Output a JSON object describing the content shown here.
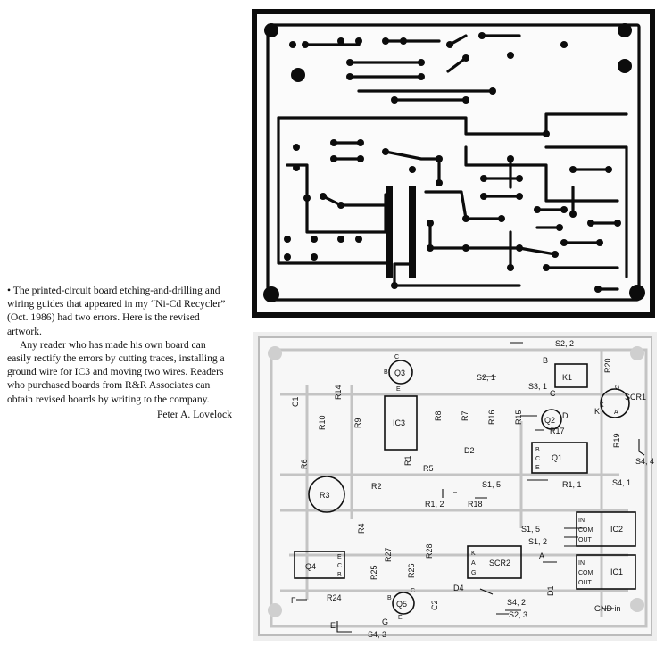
{
  "letter": {
    "paragraph1": "• The printed-circuit board etching-and-drilling and wiring guides that appeared in my “Ni-Cd Recycler” (Oct. 1986) had two errors. Here is the revised artwork.",
    "paragraph2": "Any reader who has made his own board can easily rectify the errors by cutting traces, installing a ground wire for IC3 and moving two wires. Readers who purchased boards from R&R Associates can obtain revised boards by writing to the company.",
    "signature": "Peter A. Lovelock"
  },
  "parts_layout": {
    "labels": {
      "q3": "Q3",
      "q2": "Q2",
      "q1": "Q1",
      "q4": "Q4",
      "q5": "Q5",
      "k1": "K1",
      "scr1": "SCR1",
      "scr2": "SCR2",
      "ic1": "IC1",
      "ic2": "IC2",
      "ic3": "IC3",
      "r1": "R1",
      "r2": "R2",
      "r3": "R3",
      "r4": "R4",
      "r5": "R5",
      "r6": "R6",
      "r7": "R7",
      "r8": "R8",
      "r9": "R9",
      "r10": "R10",
      "r14": "R14",
      "r15": "R15",
      "r16": "R16",
      "r17": "R17",
      "r18": "R18",
      "r19": "R19",
      "r20": "R20",
      "r24": "R24",
      "r25": "R25",
      "r26": "R26",
      "r27": "R27",
      "r28": "R28",
      "c1": "C1",
      "c2": "C2",
      "d1": "D1",
      "d2": "D2",
      "d4": "D4",
      "s2_2": "S2, 2",
      "s2_1": "S2, 1",
      "s3_1": "S3, 1",
      "s4_4": "S4, 4",
      "s4_1": "S4, 1",
      "r1_1": "R1, 1",
      "s1_5a": "S1, 5",
      "r1_2": "R1, 2",
      "s1_5b": "S1, 5",
      "s1_2": "S1, 2",
      "s4_2": "S4, 2",
      "s2_3": "S2, 3",
      "s4_3": "S4, 3",
      "gnd_in": "GND in",
      "pin_b": "B",
      "pin_c": "C",
      "pin_d": "D",
      "pin_e": "E",
      "pin_f": "F",
      "pin_g": "G",
      "pin_a": "A",
      "pin_k": "K",
      "in1": "IN",
      "com1": "COM",
      "out1": "OUT",
      "in2": "IN",
      "com2": "COM",
      "out2": "OUT",
      "bce_b": "B",
      "bce_c": "C",
      "bce_e": "E",
      "q4_e": "E",
      "q4_c": "C",
      "q4_b": "B",
      "scr2_k": "K",
      "scr2_a": "A",
      "scr2_g": "G",
      "q3_c": "C",
      "q3_b": "B",
      "q3_e": "E",
      "q5_c": "C",
      "q5_b": "B",
      "q5_e": "E",
      "scr1_g": "G",
      "scr1_k": "K",
      "scr1_a": "A"
    }
  }
}
